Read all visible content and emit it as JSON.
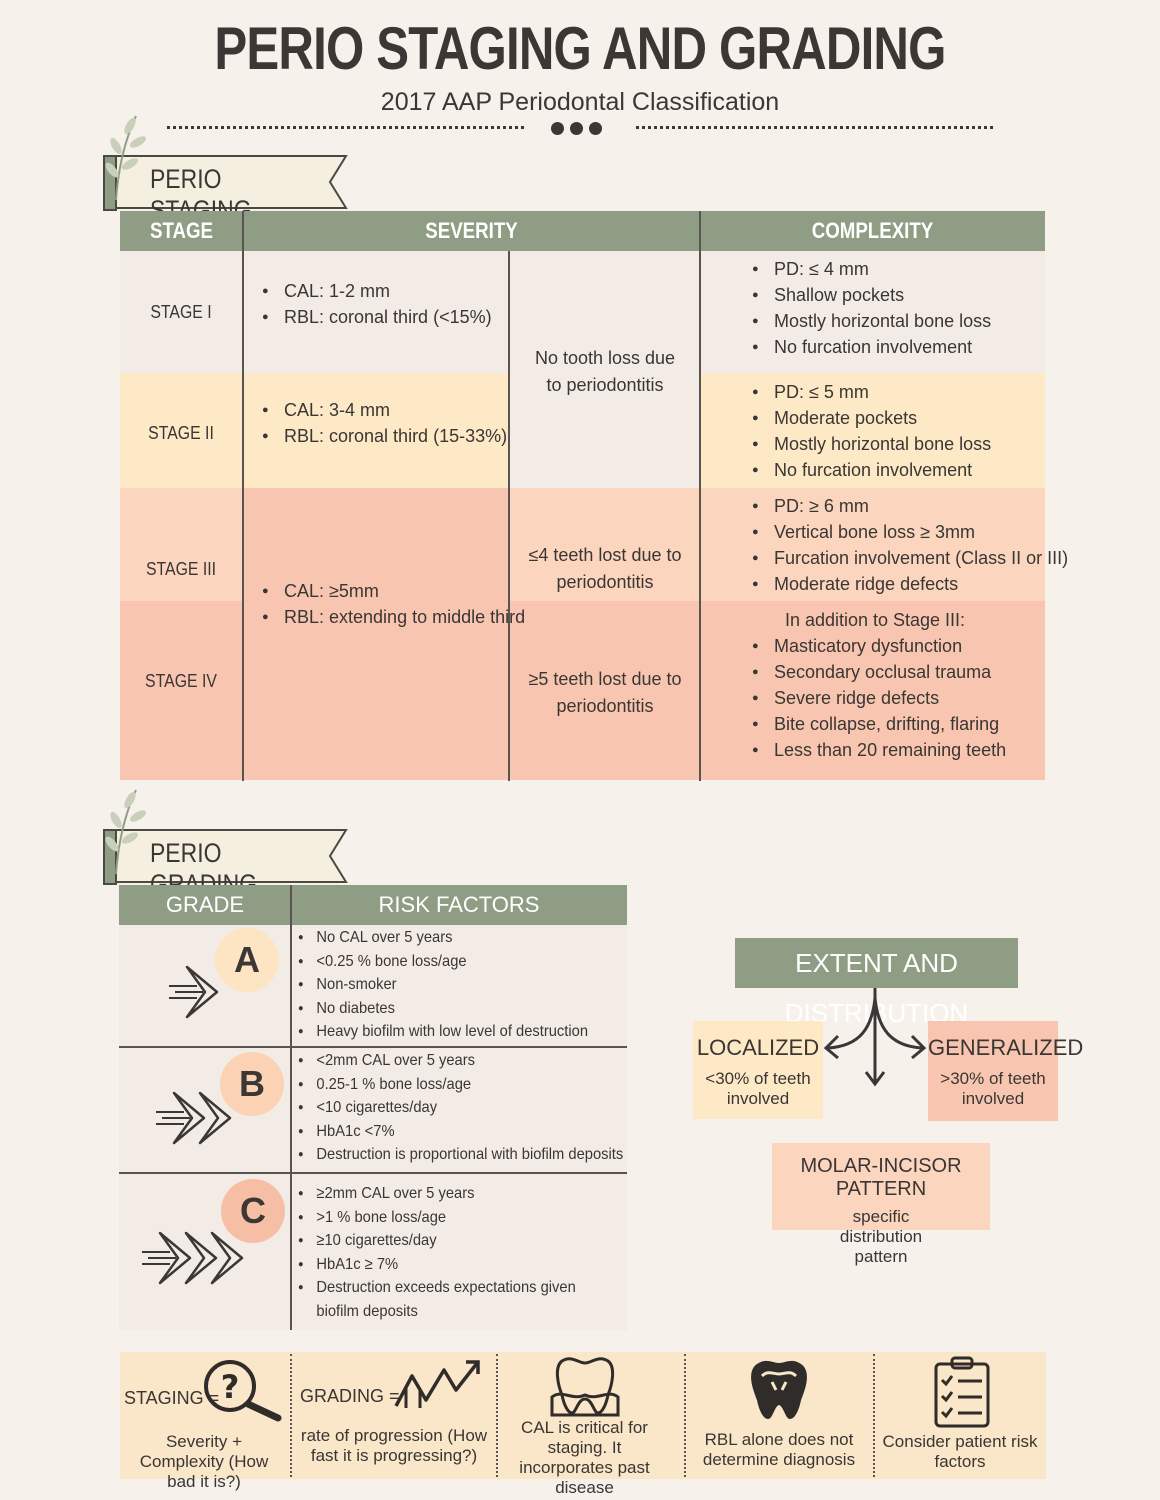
{
  "header": {
    "title": "PERIO STAGING AND GRADING",
    "subtitle": "2017 AAP Periodontal Classification"
  },
  "staging": {
    "section_label": "PERIO STAGING",
    "columns": [
      "STAGE",
      "SEVERITY",
      "COMPLEXITY"
    ],
    "colors": {
      "header": "#8f9d85",
      "stage1": "#f3ece6",
      "stage2": "#fde9c6",
      "stage3": "#fbd5bd",
      "stage4": "#f8c6b0"
    },
    "stages": [
      {
        "label": "STAGE I",
        "severity": [
          "CAL: 1-2 mm",
          "RBL: coronal third (<15%)"
        ],
        "complexity": [
          "PD: ≤ 4 mm",
          "Shallow pockets",
          "Mostly horizontal bone loss",
          "No furcation involvement"
        ]
      },
      {
        "label": "STAGE II",
        "severity": [
          "CAL: 3-4 mm",
          "RBL: coronal third (15-33%)"
        ],
        "complexity": [
          "PD: ≤ 5 mm",
          "Moderate pockets",
          "Mostly horizontal bone loss",
          "No furcation involvement"
        ]
      },
      {
        "label": "STAGE III",
        "complexity": [
          "PD: ≥ 6 mm",
          "Vertical bone loss ≥ 3mm",
          "Furcation involvement (Class II or III)",
          "Moderate ridge defects"
        ]
      },
      {
        "label": "STAGE IV",
        "complexity_intro": "In addition to Stage III:",
        "complexity": [
          "Masticatory dysfunction",
          "Secondary occlusal trauma",
          "Severe ridge defects",
          "Bite collapse, drifting, flaring",
          "Less than 20 remaining teeth"
        ]
      }
    ],
    "severity_3_4": [
      "CAL: ≥5mm",
      "RBL: extending to middle third"
    ],
    "tooth_loss_1_2": "No tooth loss due to periodontitis",
    "tooth_loss_3": "≤4 teeth lost due to periodontitis",
    "tooth_loss_4": "≥5 teeth lost due to periodontitis"
  },
  "grading": {
    "section_label": "PERIO GRADING",
    "columns": [
      "GRADE",
      "RISK FACTORS"
    ],
    "grades": [
      {
        "letter": "A",
        "color": "#fde4c2",
        "arrow_icon": "single-chevron-arrow-icon",
        "risks": [
          "No CAL over 5 years",
          "<0.25 % bone loss/age",
          "Non-smoker",
          "No diabetes",
          "Heavy biofilm with low level of destruction"
        ]
      },
      {
        "letter": "B",
        "color": "#fbd2b4",
        "arrow_icon": "double-chevron-arrow-icon",
        "risks": [
          "<2mm CAL over 5 years",
          "0.25-1 % bone loss/age",
          "<10 cigarettes/day",
          "HbA1c <7%",
          "Destruction is proportional with biofilm deposits"
        ]
      },
      {
        "letter": "C",
        "color": "#f6bea4",
        "arrow_icon": "triple-chevron-arrow-icon",
        "risks": [
          "≥2mm CAL over 5 years",
          ">1 % bone loss/age",
          "≥10 cigarettes/day",
          "HbA1c ≥ 7%",
          "Destruction exceeds expectations given biofilm deposits"
        ]
      }
    ]
  },
  "extent": {
    "title": "EXTENT AND DISTRIBUTION",
    "localized": {
      "title": "LOCALIZED",
      "desc": "<30% of teeth involved"
    },
    "generalized": {
      "title": "GENERALIZED",
      "desc": ">30% of teeth involved"
    },
    "molar": {
      "title": "MOLAR-INCISOR PATTERN",
      "desc": "specific distribution pattern"
    }
  },
  "footer": [
    {
      "icon": "question-magnifier-icon",
      "label": "STAGING =",
      "text": "Severity + Complexity (How bad it is?)"
    },
    {
      "icon": "progress-graph-icon",
      "label": "GRADING =",
      "text": "rate of progression (How fast it is progressing?)"
    },
    {
      "icon": "tooth-gum-icon",
      "text": "CAL is critical for staging. It incorporates past disease"
    },
    {
      "icon": "tooth-xray-icon",
      "text": "RBL alone does not determine diagnosis"
    },
    {
      "icon": "clipboard-checklist-icon",
      "text": "Consider patient risk factors"
    }
  ]
}
